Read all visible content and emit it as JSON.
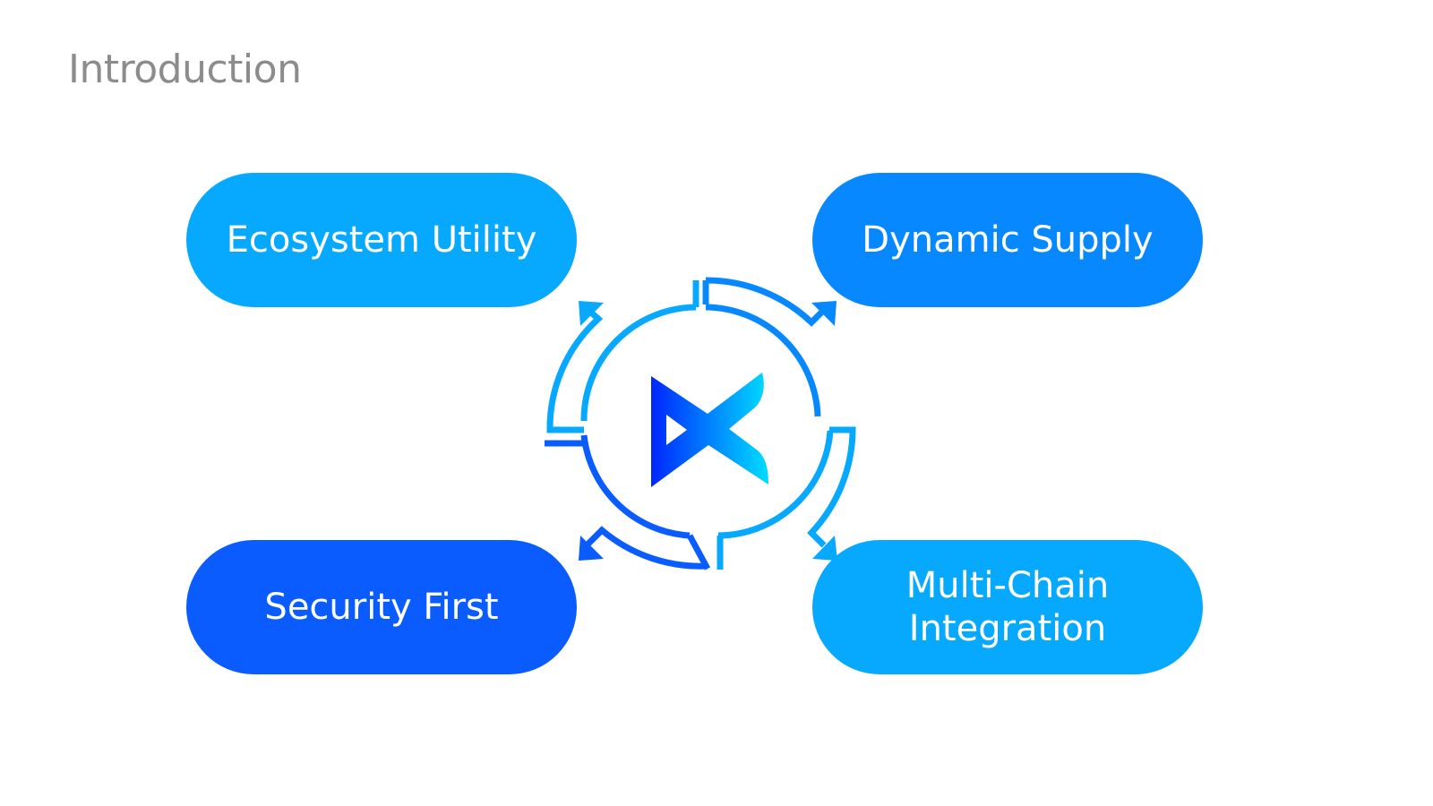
{
  "page": {
    "title": "Introduction"
  },
  "diagram": {
    "center_logo": "brand-logo",
    "items": [
      {
        "id": "eco",
        "label": "Ecosystem Utility",
        "color": "#07A9FF",
        "position": "top-left"
      },
      {
        "id": "dyn",
        "label": "Dynamic Supply",
        "color": "#0888FF",
        "position": "top-right"
      },
      {
        "id": "sec",
        "label": "Security First",
        "color": "#0A5CFF",
        "position": "bottom-left"
      },
      {
        "id": "mc",
        "label": "Multi-Chain Integration",
        "color": "#07A9FF",
        "position": "bottom-right"
      }
    ],
    "colors": {
      "ring_light": "#07A9FF",
      "ring_mid": "#0888FF",
      "ring_dark": "#0A5CFF",
      "logo_start": "#0026FF",
      "logo_end": "#00DDFF"
    }
  }
}
